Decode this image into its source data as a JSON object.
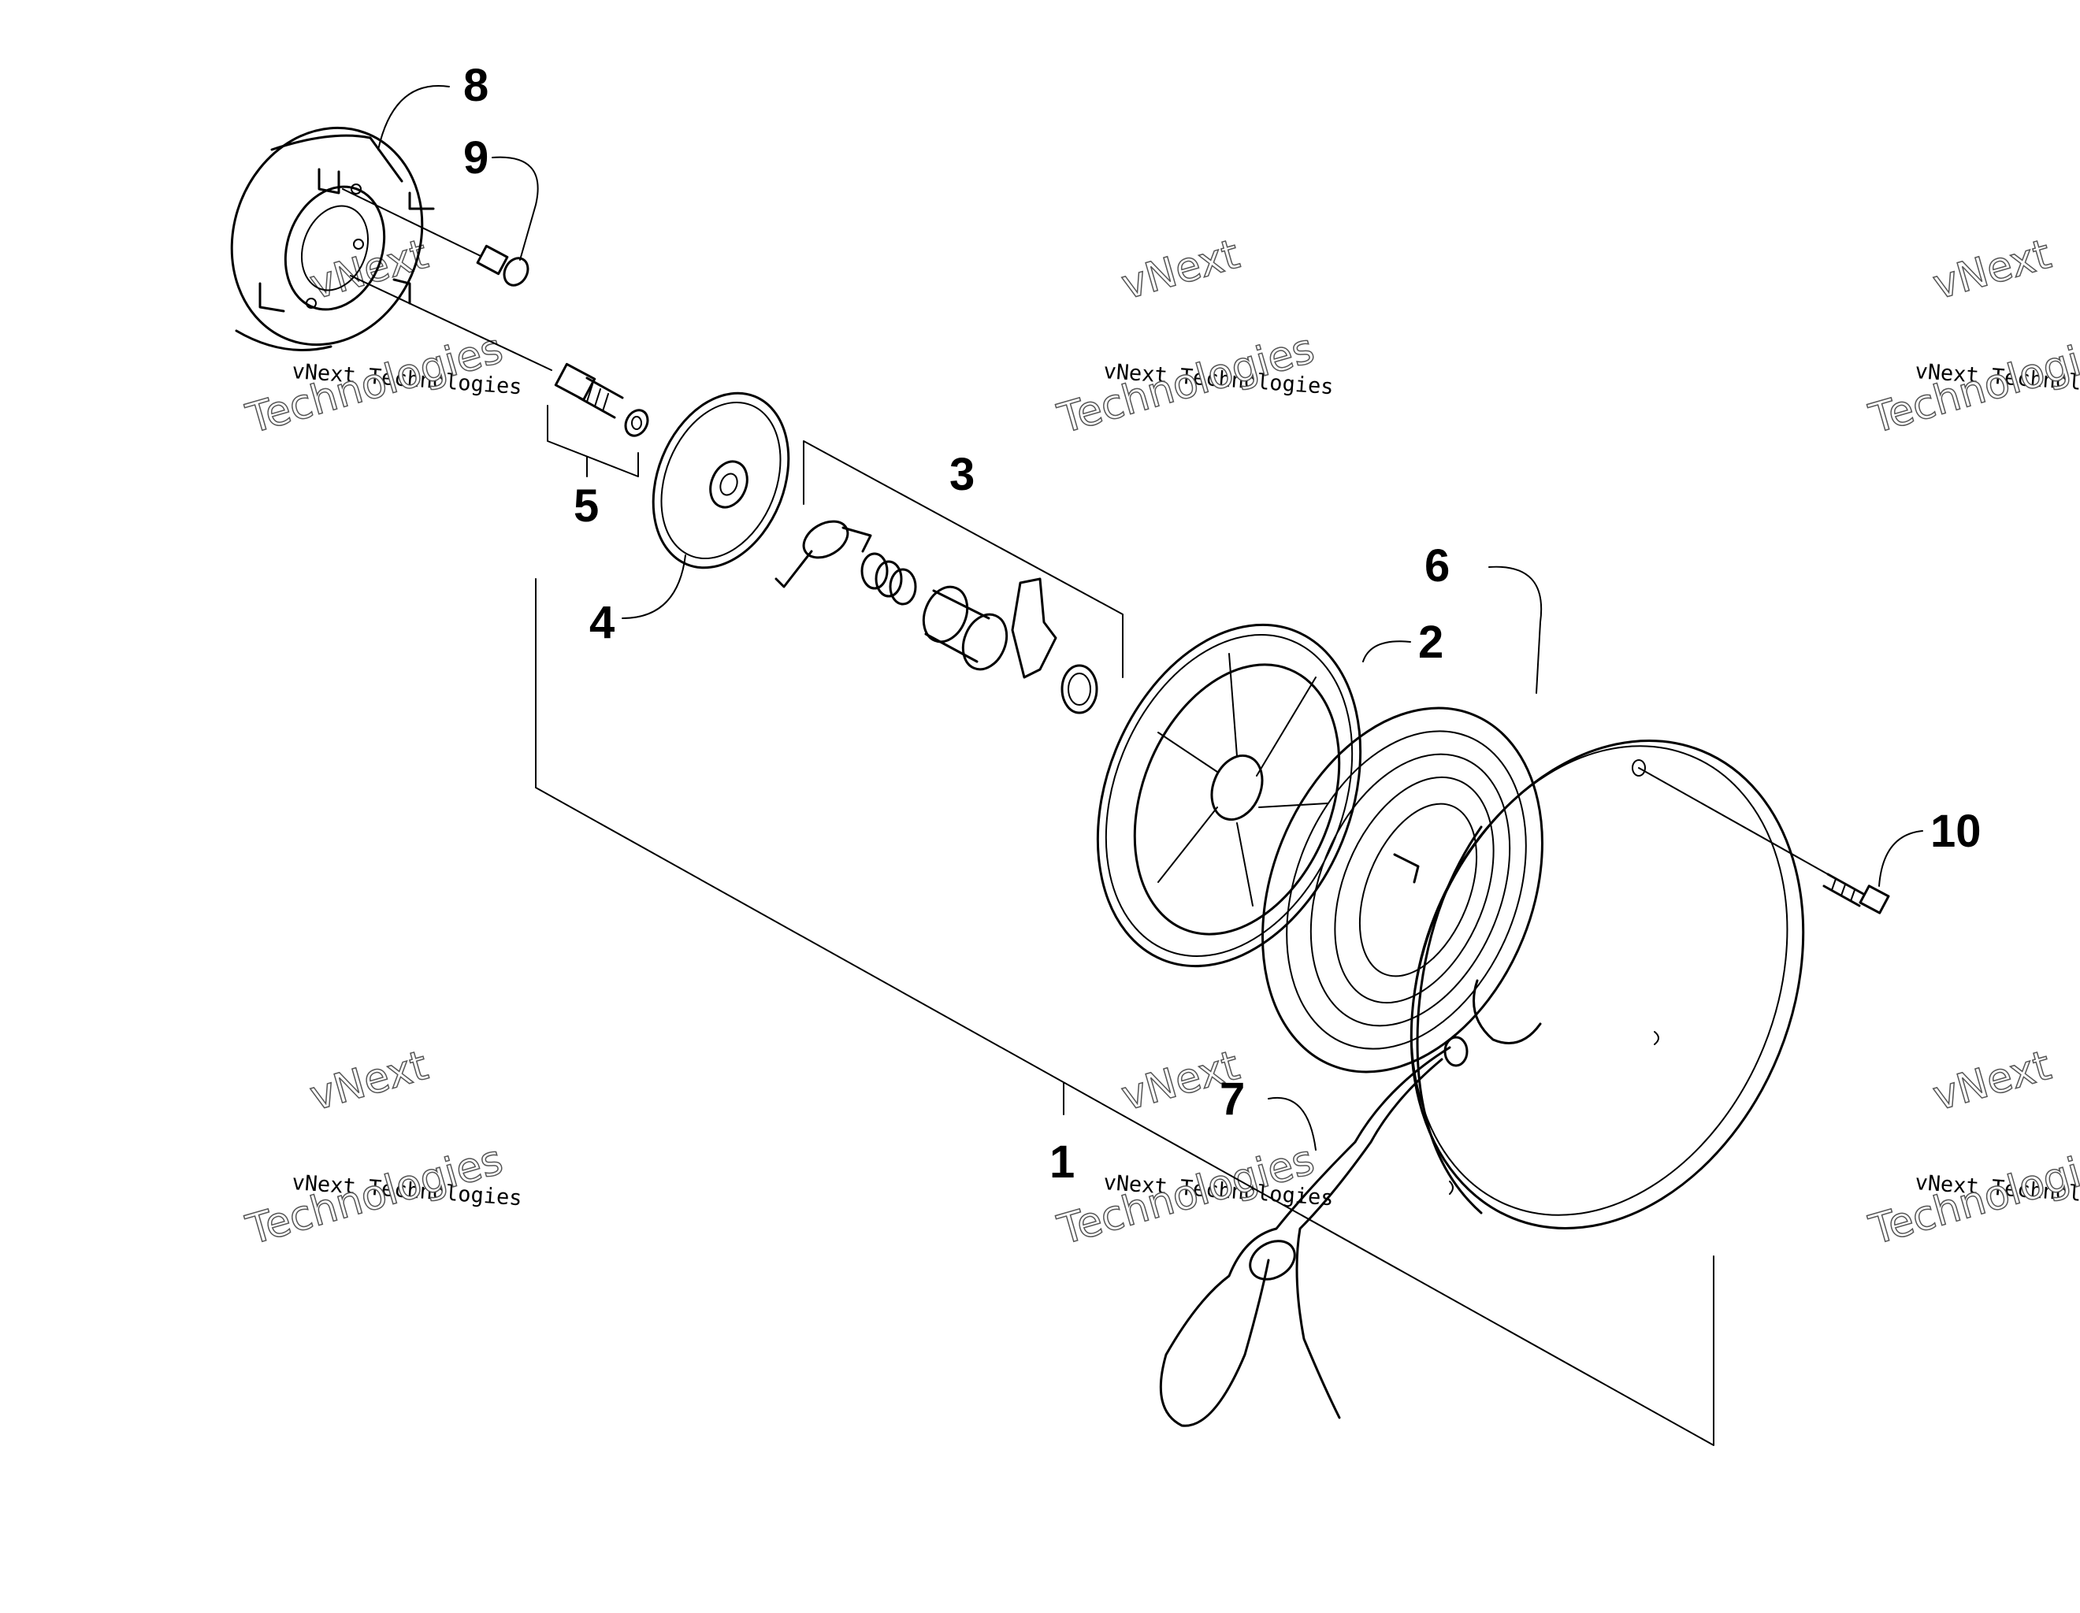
{
  "callouts": [
    "1",
    "2",
    "3",
    "4",
    "5",
    "6",
    "7",
    "8",
    "9",
    "10"
  ],
  "watermark": {
    "line1": "vNext",
    "line2": "vNext Technologies",
    "line3": "Technologies"
  }
}
